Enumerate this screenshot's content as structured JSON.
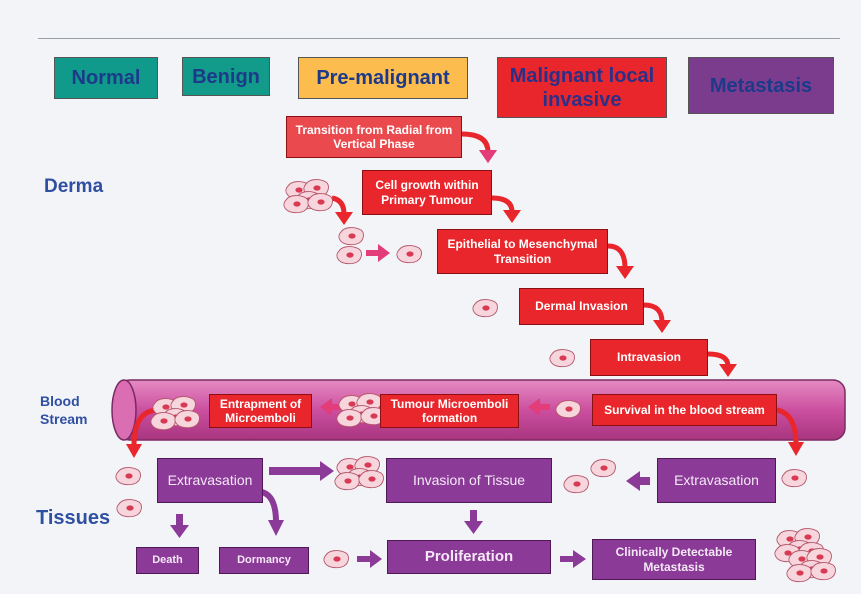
{
  "stages": {
    "normal": "Normal",
    "benign": "Benign",
    "premalignant": "Pre-malignant",
    "malignant": "Malignant local invasive",
    "metastasis": "Metastasis"
  },
  "colors": {
    "normal": "#0f9a8b",
    "benign": "#129a8a",
    "premalignant": "#fcbd4e",
    "malignant": "#e8262b",
    "metastasis": "#7b3c8e",
    "step_red": "#e8262b",
    "step_purple": "#8c3a98",
    "vessel": "#cc4fa0",
    "arrow_pink": "#e33d79",
    "label_blue": "#2f4fa0"
  },
  "regions": {
    "derma": "Derma",
    "blood_stream": "Blood Stream",
    "tissues": "Tissues"
  },
  "derma_steps": {
    "radial_vertical": "Transition from Radial from Vertical Phase",
    "cell_growth": "Cell growth within Primary Tumour",
    "emt": "Epithelial to Mesenchymal Transition",
    "dermal_invasion": "Dermal Invasion",
    "intravasion": "Intravasion"
  },
  "blood_steps": {
    "survival": "Survival  in the blood stream",
    "microemboli_formation": "Tumour Microemboli formation",
    "entrapment": "Entrapment of Microemboli"
  },
  "tissue_steps": {
    "extravasation_left": "Extravasation",
    "extravasation_right": "Extravasation",
    "invasion": "Invasion of  Tissue",
    "death": "Death",
    "dormancy": "Dormancy",
    "proliferation": "Proliferation",
    "clinically_detectable": "Clinically Detectable Metastasis"
  },
  "icons": {
    "cell": "tumour-cell-icon",
    "cluster": "cell-cluster-icon",
    "arrow": "arrow-icon",
    "curved_arrow": "curved-arrow-icon",
    "vessel": "blood-vessel-icon"
  }
}
